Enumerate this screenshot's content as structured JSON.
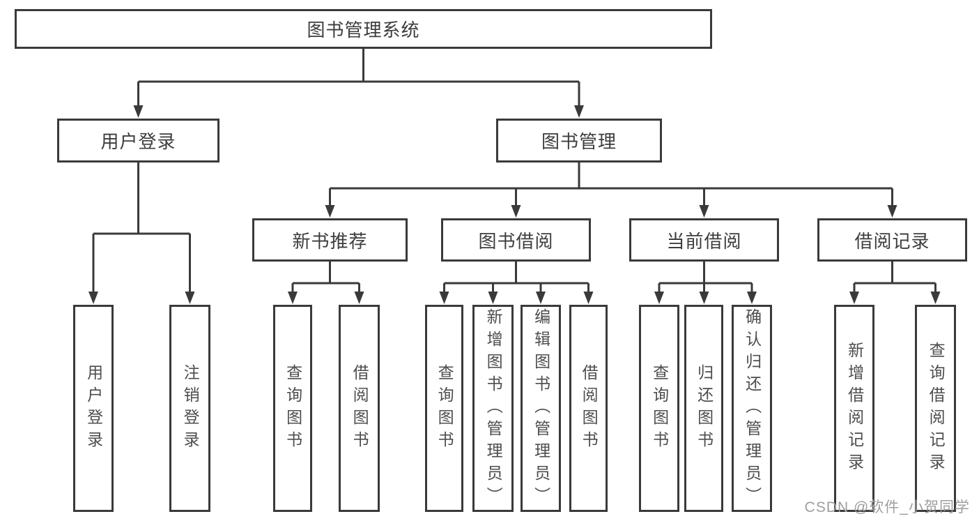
{
  "tree": {
    "label": "图书管理系统",
    "children": [
      {
        "label": "用户登录",
        "children": [
          {
            "label": "用户登录"
          },
          {
            "label": "注销登录"
          }
        ]
      },
      {
        "label": "图书管理",
        "children": [
          {
            "label": "新书推荐",
            "children": [
              {
                "label": "查询图书"
              },
              {
                "label": "借阅图书"
              }
            ]
          },
          {
            "label": "图书借阅",
            "children": [
              {
                "label": "查询图书"
              },
              {
                "label": "新增图书（管理员）"
              },
              {
                "label": "编辑图书（管理员）"
              },
              {
                "label": "借阅图书"
              }
            ]
          },
          {
            "label": "当前借阅",
            "children": [
              {
                "label": "查询图书"
              },
              {
                "label": "归还图书"
              },
              {
                "label": "确认归还（管理员）"
              }
            ]
          },
          {
            "label": "借阅记录",
            "children": [
              {
                "label": "新增借阅记录"
              },
              {
                "label": "查询借阅记录"
              }
            ]
          }
        ]
      }
    ]
  },
  "watermark": {
    "text": "CSDN @软件_小贺同学"
  },
  "colors": {
    "line": "#3a3a3a",
    "node_border": "#3a3a3a",
    "node_background": "#ffffff",
    "header_text": "#3d3d3d",
    "leaf_text": "#4d4d4d",
    "watermark_text": "#9e9e9e",
    "background": "#ffffff"
  }
}
